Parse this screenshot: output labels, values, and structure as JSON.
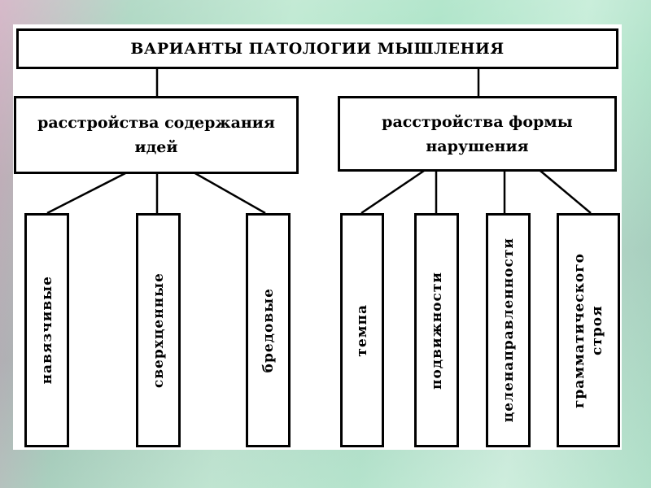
{
  "title": "ВАРИАНТЫ ПАТОЛОГИИ МЫШЛЕНИЯ",
  "groups": [
    {
      "label_line1": "расстройства содержания",
      "label_line2": "идей",
      "items": [
        "навязчивые",
        "сверхценные",
        "бредовые"
      ]
    },
    {
      "label_line1": "расстройства формы",
      "label_line2": "нарушения",
      "items": [
        "темпа",
        "подвижности",
        "целенаправленности"
      ],
      "item_multi": {
        "line1": "грамматического",
        "line2": "строя"
      }
    }
  ]
}
